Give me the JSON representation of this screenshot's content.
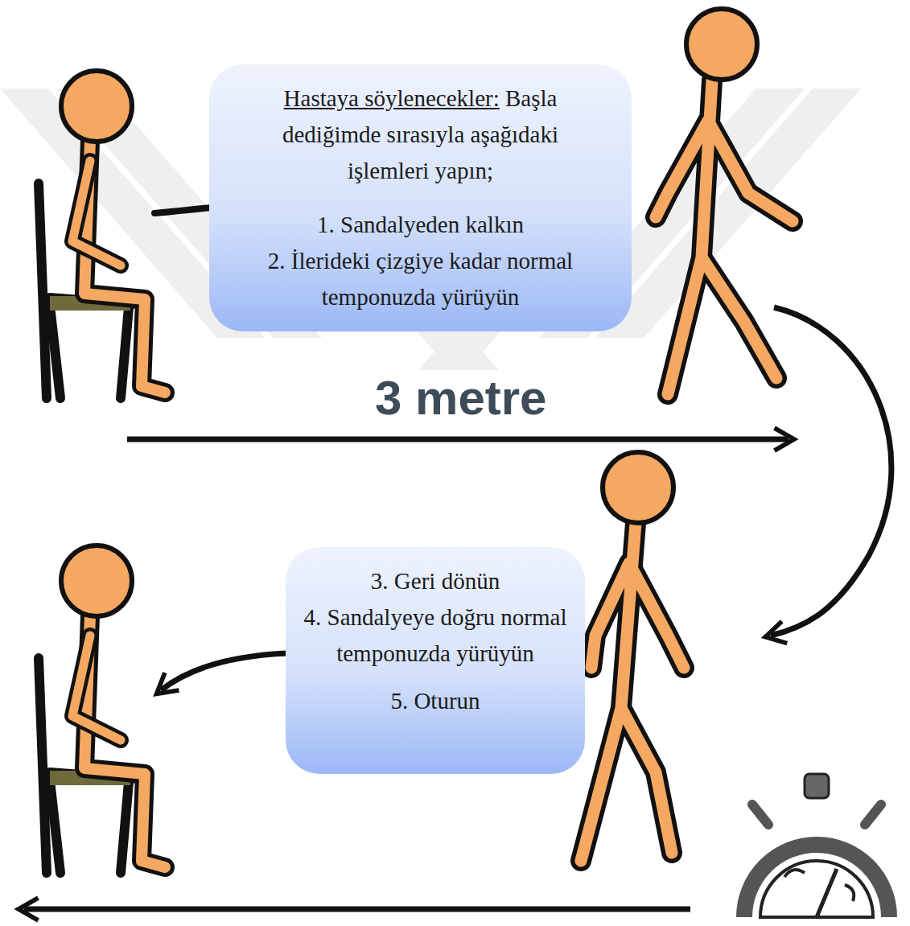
{
  "diagram": {
    "nodes": [
      {
        "text": [
          "Hastaya söylenecekler:",
          "Başla dediğimde sırasıyla aşağıdaki işlemleri yapın;",
          "1. Sandalyeden kalkın",
          "2. İlerideki çizgiye kadar normal temponuzda yürüyün"
        ]
      },
      {
        "text": [
          "3. Geri dönün",
          "4. Sandalyeye doğru normal temponuzda yürüyün",
          "5. Oturun"
        ]
      }
    ],
    "labels": [
      "3 metre"
    ]
  }
}
